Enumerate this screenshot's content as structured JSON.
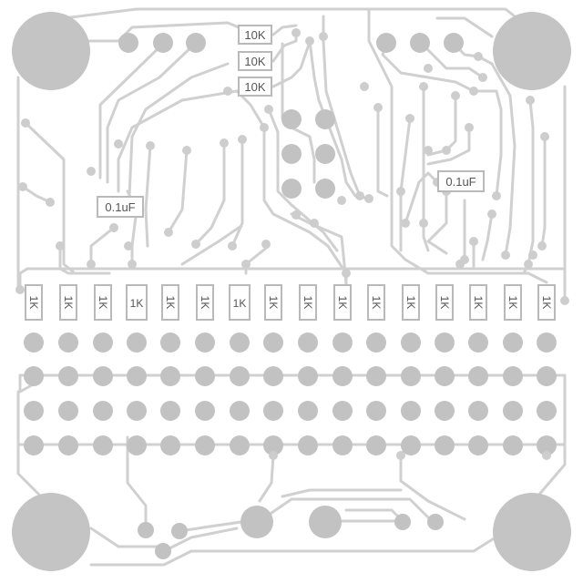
{
  "board": {
    "labels": {
      "r10k": "10K",
      "r1k": "1K",
      "cap": "0.1uF"
    },
    "resistor_count_10k": 3,
    "resistor_count_1k": 16,
    "capacitor_count": 2,
    "colors": {
      "background": "#ffffff",
      "trace": "#d0d0d0",
      "pad": "#c2c2c2",
      "label": "#555555"
    }
  }
}
